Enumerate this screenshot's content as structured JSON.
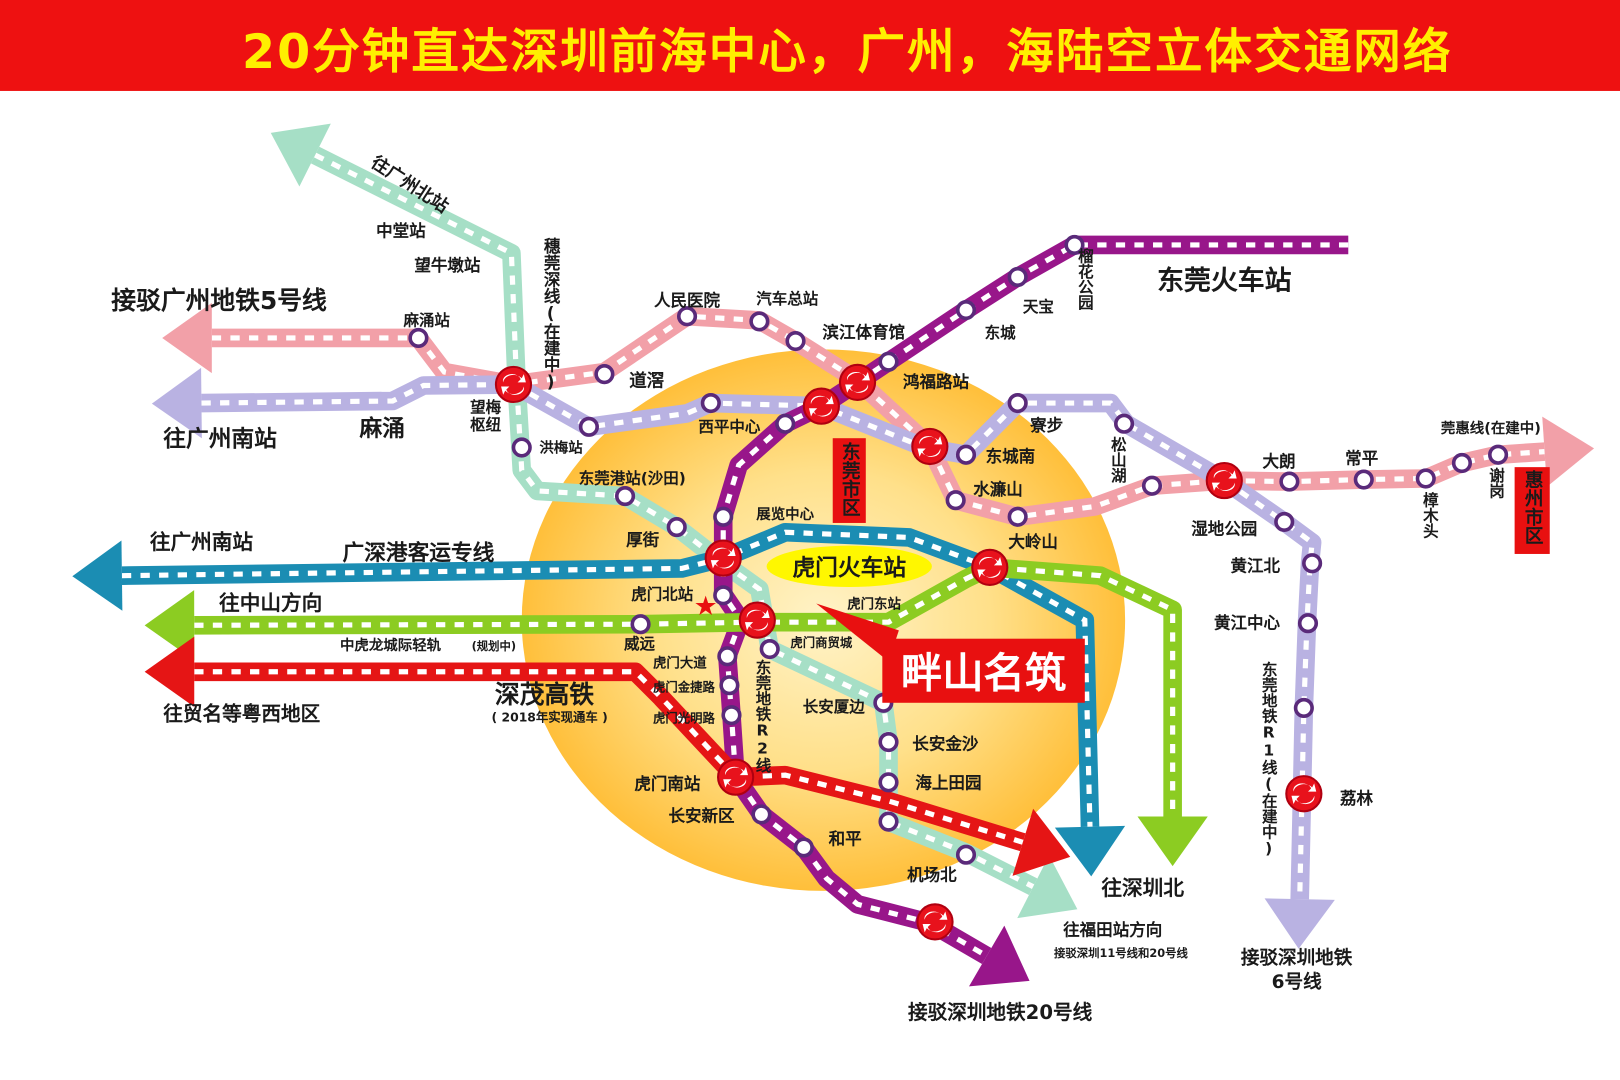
{
  "title": "20分钟直达深圳前海中心，广州，海陆空立体交通网络",
  "colors": {
    "header_bg": "#ee1111",
    "title_text": "#ffef00",
    "teal_line": "#a6dfc6",
    "pink_line": "#f2a0a8",
    "lavender_line": "#b9b2e2",
    "purple_line": "#98168a",
    "blue_line": "#1b8db3",
    "green_line": "#8ccc22",
    "red_line": "#e51515",
    "station_ring": "#5a2a7a",
    "interchange": "#e8121c",
    "district_bg": "#ffc84a"
  },
  "icons": {
    "interchange": "interchange-icon",
    "station": "station-circle-icon",
    "project": "star-icon"
  },
  "labels": {
    "to_gz_north": "往广州北站",
    "zhongtang": "中堂站",
    "wangniudun": "望牛墩站",
    "gz_metro5": "接驳广州地铁5号线",
    "machong_stn": "麻涌站",
    "to_gz_south_1": "往广州南站",
    "machong": "麻涌",
    "suiguanshen": "穗莞深线(在建中)",
    "wangmei_1": "望梅",
    "wangmei_2": "枢纽",
    "hongmei": "洪梅站",
    "daojiao": "道滘",
    "renmin_hosp": "人民医院",
    "bus_station": "汽车总站",
    "binjiang": "滨江体育馆",
    "xiping": "西平中心",
    "dg_port": "东莞港站(沙田)",
    "houjie": "厚街",
    "expo": "展览中心",
    "hongfu": "鸿福路站",
    "tianbao": "天宝",
    "dongcheng": "东城",
    "liuhua": "榴花公园",
    "dg_rail": "东莞火车站",
    "dg_city": "东莞市区",
    "liaobu": "寮步",
    "dongcheng_s": "东城南",
    "shuilian": "水濂山",
    "dalingshan": "大岭山",
    "songshanhu": "松山湖",
    "dalang": "大朗",
    "changping": "常平",
    "guanhui": "莞惠线(在建中)",
    "xiegang": "谢岗",
    "zhangmutou": "樟木头",
    "huizhou": "惠州市区",
    "wetland": "湿地公园",
    "huangjiang_n": "黄江北",
    "huangjiang_c": "黄江中心",
    "r1_line": "东莞地铁R1线(在建中)",
    "lilin": "荔林",
    "to_gz_south_2": "往广州南站",
    "gsg": "广深港客运专线",
    "humen_rail": "虎门火车站",
    "to_zhongshan": "往中山方向",
    "humen_n": "虎门北站",
    "humen_e": "虎门东站",
    "zhl": "中虎龙城际轻轨",
    "zhl_plan": "(规划中)",
    "weiyuan": "威远",
    "humen_mall": "虎门商贸城",
    "humen_ave": "虎门大道",
    "humen_jinjie": "虎门金捷路",
    "humen_guangming": "虎门光明路",
    "r2_line": "东莞地铁R2线",
    "project": "畔山名筑",
    "shenmao": "深茂高铁",
    "shenmao_note": "( 2018年实现通车 )",
    "to_west_gd": "往贸名等粤西地区",
    "changan_xiabian": "长安厦边",
    "changan_jinsha": "长安金沙",
    "haishang": "海上田园",
    "humen_s": "虎门南站",
    "changan_new": "长安新区",
    "heping": "和平",
    "airport_n": "机场北",
    "to_sz_north": "往深圳北",
    "to_futian": "往福田站方向",
    "sz_11_20": "接驳深圳11号线和20号线",
    "sz_metro6_1": "接驳深圳地铁",
    "sz_metro6_2": "6号线",
    "sz_metro20": "接驳深圳地铁20号线"
  }
}
